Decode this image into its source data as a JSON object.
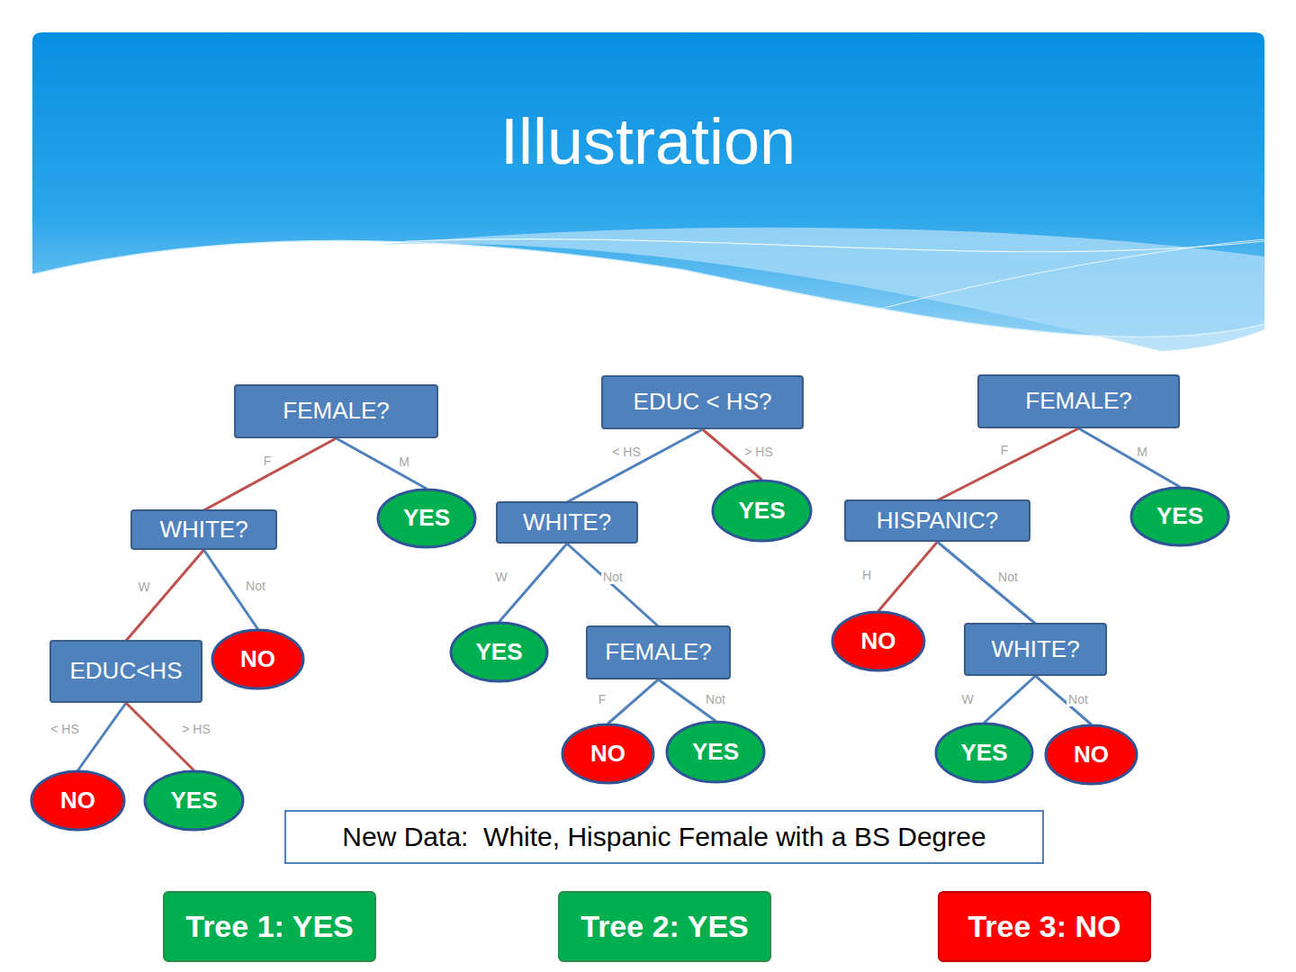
{
  "diagram": {
    "title": "Illustration",
    "nodes": [
      {
        "text": [
          "FEMALE?"
        ]
      },
      {
        "text": [
          "WHITE?"
        ]
      },
      {
        "text": [
          "YES"
        ]
      },
      {
        "text": [
          "EDUC<HS"
        ]
      },
      {
        "text": [
          "NO"
        ]
      },
      {
        "text": [
          "NO"
        ]
      },
      {
        "text": [
          "YES"
        ]
      },
      {
        "text": [
          "EDUC < HS?"
        ]
      },
      {
        "text": [
          "WHITE?"
        ]
      },
      {
        "text": [
          "YES"
        ]
      },
      {
        "text": [
          "YES"
        ]
      },
      {
        "text": [
          "FEMALE?"
        ]
      },
      {
        "text": [
          "NO"
        ]
      },
      {
        "text": [
          "YES"
        ]
      },
      {
        "text": [
          "FEMALE?"
        ]
      },
      {
        "text": [
          "HISPANIC?"
        ]
      },
      {
        "text": [
          "YES"
        ]
      },
      {
        "text": [
          "NO"
        ]
      },
      {
        "text": [
          "WHITE?"
        ]
      },
      {
        "text": [
          "YES"
        ]
      },
      {
        "text": [
          "NO"
        ]
      },
      {
        "text": [
          "New Data:  White, Hispanic Female with a BS Degree"
        ]
      },
      {
        "text": [
          "Tree 1: YES"
        ]
      },
      {
        "text": [
          "Tree 2: YES"
        ]
      },
      {
        "text": [
          "Tree 3: NO"
        ]
      }
    ],
    "edges": [
      {
        "from": 0,
        "to": 1,
        "arrow": "none",
        "label": "F"
      },
      {
        "from": 0,
        "to": 2,
        "arrow": "none",
        "label": "M"
      },
      {
        "from": 1,
        "to": 3,
        "arrow": "none",
        "label": "W"
      },
      {
        "from": 1,
        "to": 4,
        "arrow": "none",
        "label": "Not"
      },
      {
        "from": 3,
        "to": 5,
        "arrow": "none",
        "label": "< HS"
      },
      {
        "from": 3,
        "to": 6,
        "arrow": "none",
        "label": "> HS"
      },
      {
        "from": 7,
        "to": 8,
        "arrow": "none",
        "label": "< HS"
      },
      {
        "from": 7,
        "to": 9,
        "arrow": "none",
        "label": "> HS"
      },
      {
        "from": 8,
        "to": 10,
        "arrow": "none",
        "label": "W"
      },
      {
        "from": 8,
        "to": 11,
        "arrow": "none",
        "label": "Not"
      },
      {
        "from": 11,
        "to": 12,
        "arrow": "none",
        "label": "F"
      },
      {
        "from": 11,
        "to": 13,
        "arrow": "none",
        "label": "Not"
      },
      {
        "from": 14,
        "to": 15,
        "arrow": "none",
        "label": "F"
      },
      {
        "from": 14,
        "to": 16,
        "arrow": "none",
        "label": "M"
      },
      {
        "from": 15,
        "to": 17,
        "arrow": "none",
        "label": "H"
      },
      {
        "from": 15,
        "to": 18,
        "arrow": "none",
        "label": "Not"
      },
      {
        "from": 18,
        "to": 19,
        "arrow": "none",
        "label": "W"
      },
      {
        "from": 18,
        "to": 20,
        "arrow": "none",
        "label": "Not"
      }
    ]
  }
}
